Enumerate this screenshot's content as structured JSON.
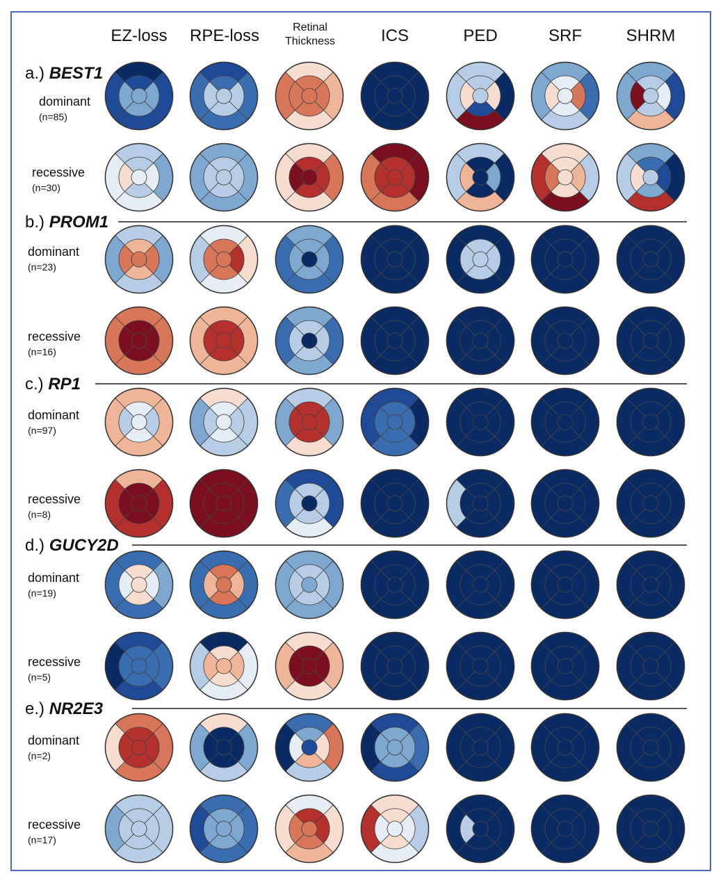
{
  "columns": [
    "EZ-loss",
    "RPE-loss",
    "Retinal Thickness",
    "ICS",
    "PED",
    "SRF",
    "SHRM"
  ],
  "color_scale": {
    "0": "#0a2a63",
    "1": "#1f4a98",
    "2": "#3a6db0",
    "3": "#7ea8d0",
    "4": "#b7cde5",
    "5": "#e6edf4",
    "6": "#f7ddd0",
    "7": "#eeb598",
    "8": "#d8765a",
    "9": "#b4302c",
    "10": "#7b0f1f"
  },
  "genes": [
    {
      "label": "a.)",
      "name": "BEST1",
      "rows": [
        {
          "type": "dominant",
          "n": "(n=85)",
          "maps": [
            [
              0,
              1,
              1,
              1,
              1,
              3,
              3,
              3,
              3,
              5
            ],
            [
              1,
              2,
              2,
              2,
              2,
              4,
              4,
              4,
              4,
              4
            ],
            [
              6,
              7,
              6,
              8,
              8,
              8,
              8,
              8,
              8,
              5
            ],
            [
              0,
              0,
              0,
              0,
              0,
              0,
              0,
              0,
              0,
              1
            ],
            [
              4,
              0,
              10,
              4,
              4,
              6,
              1,
              6,
              4,
              0
            ],
            [
              3,
              2,
              4,
              3,
              5,
              8,
              5,
              6,
              5,
              5
            ],
            [
              3,
              1,
              7,
              3,
              4,
              5,
              4,
              10,
              4,
              10
            ]
          ]
        },
        {
          "type": "recessive",
          "n": "(n=30)",
          "maps": [
            [
              4,
              3,
              5,
              5,
              4,
              5,
              4,
              6,
              5,
              6
            ],
            [
              3,
              3,
              3,
              3,
              4,
              4,
              4,
              4,
              4,
              5
            ],
            [
              6,
              8,
              6,
              6,
              9,
              9,
              9,
              10,
              10,
              10
            ],
            [
              10,
              10,
              8,
              8,
              9,
              9,
              9,
              9,
              9,
              9
            ],
            [
              4,
              0,
              7,
              4,
              0,
              3,
              0,
              7,
              0,
              4
            ],
            [
              6,
              4,
              10,
              9,
              6,
              7,
              6,
              8,
              6,
              8
            ],
            [
              3,
              0,
              9,
              4,
              2,
              1,
              3,
              6,
              4,
              4
            ]
          ]
        }
      ]
    },
    {
      "label": "b.)",
      "name": "PROM1",
      "rows": [
        {
          "type": "dominant",
          "n": "(n=23)",
          "maps": [
            [
              4,
              3,
              4,
              3,
              7,
              8,
              7,
              8,
              8,
              5
            ],
            [
              5,
              6,
              5,
              4,
              8,
              9,
              8,
              8,
              8,
              8
            ],
            [
              3,
              2,
              2,
              2,
              3,
              3,
              3,
              3,
              0,
              0
            ],
            [
              0,
              0,
              0,
              0,
              0,
              0,
              0,
              0,
              0,
              0
            ],
            [
              0,
              0,
              0,
              0,
              4,
              4,
              4,
              4,
              4,
              5
            ],
            [
              0,
              0,
              0,
              0,
              0,
              0,
              0,
              0,
              0,
              0
            ],
            [
              0,
              0,
              0,
              0,
              0,
              0,
              0,
              0,
              0,
              0
            ]
          ]
        },
        {
          "type": "recessive",
          "n": "(n=16)",
          "maps": [
            [
              8,
              8,
              8,
              8,
              10,
              10,
              10,
              10,
              10,
              8
            ],
            [
              7,
              7,
              7,
              7,
              9,
              9,
              9,
              9,
              9,
              8
            ],
            [
              3,
              2,
              3,
              2,
              4,
              4,
              4,
              4,
              0,
              2
            ],
            [
              0,
              0,
              0,
              0,
              0,
              0,
              0,
              0,
              0,
              0
            ],
            [
              0,
              0,
              0,
              0,
              0,
              0,
              0,
              0,
              0,
              0
            ],
            [
              0,
              0,
              0,
              0,
              0,
              0,
              0,
              0,
              0,
              0
            ],
            [
              0,
              0,
              0,
              0,
              0,
              0,
              0,
              0,
              0,
              0
            ]
          ]
        }
      ]
    },
    {
      "label": "c.)",
      "name": "RP1",
      "rows": [
        {
          "type": "dominant",
          "n": "(n=97)",
          "maps": [
            [
              7,
              7,
              7,
              7,
              5,
              4,
              5,
              4,
              5,
              2
            ],
            [
              6,
              4,
              4,
              3,
              5,
              4,
              5,
              4,
              5,
              5
            ],
            [
              4,
              3,
              6,
              3,
              9,
              9,
              9,
              9,
              9,
              5
            ],
            [
              1,
              0,
              2,
              1,
              2,
              2,
              2,
              2,
              2,
              2
            ],
            [
              0,
              0,
              0,
              0,
              0,
              0,
              0,
              0,
              0,
              0
            ],
            [
              0,
              0,
              0,
              0,
              0,
              0,
              0,
              0,
              0,
              0
            ],
            [
              0,
              0,
              0,
              0,
              0,
              0,
              0,
              0,
              0,
              0
            ]
          ]
        },
        {
          "type": "recessive",
          "n": "(n=8)",
          "maps": [
            [
              7,
              9,
              9,
              9,
              10,
              10,
              10,
              10,
              10,
              8
            ],
            [
              10,
              10,
              10,
              10,
              10,
              10,
              10,
              10,
              10,
              10
            ],
            [
              1,
              1,
              5,
              2,
              4,
              4,
              4,
              4,
              0,
              4
            ],
            [
              0,
              0,
              0,
              0,
              0,
              0,
              0,
              0,
              0,
              0
            ],
            [
              0,
              0,
              0,
              4,
              0,
              0,
              0,
              0,
              0,
              0
            ],
            [
              0,
              0,
              0,
              0,
              0,
              0,
              0,
              0,
              0,
              0
            ],
            [
              0,
              0,
              0,
              0,
              0,
              0,
              0,
              0,
              0,
              0
            ]
          ]
        }
      ]
    },
    {
      "label": "d.)",
      "name": "GUCY2D",
      "rows": [
        {
          "type": "dominant",
          "n": "(n=19)",
          "maps": [
            [
              2,
              3,
              2,
              2,
              6,
              5,
              6,
              5,
              6,
              5
            ],
            [
              2,
              2,
              2,
              2,
              8,
              7,
              8,
              7,
              8,
              8
            ],
            [
              3,
              3,
              3,
              3,
              4,
              4,
              4,
              4,
              3,
              3
            ],
            [
              0,
              0,
              0,
              0,
              0,
              0,
              0,
              0,
              0,
              0
            ],
            [
              0,
              0,
              0,
              0,
              0,
              0,
              0,
              0,
              0,
              0
            ],
            [
              0,
              0,
              0,
              0,
              0,
              0,
              0,
              0,
              0,
              3
            ],
            [
              0,
              0,
              0,
              0,
              0,
              0,
              0,
              0,
              0,
              0
            ]
          ]
        },
        {
          "type": "recessive",
          "n": "(n=5)",
          "maps": [
            [
              1,
              2,
              1,
              0,
              2,
              2,
              2,
              2,
              2,
              1
            ],
            [
              0,
              5,
              5,
              4,
              6,
              7,
              6,
              7,
              7,
              6
            ],
            [
              6,
              7,
              6,
              7,
              10,
              10,
              10,
              10,
              10,
              10
            ],
            [
              0,
              0,
              0,
              0,
              0,
              0,
              0,
              0,
              0,
              0
            ],
            [
              0,
              0,
              0,
              0,
              0,
              0,
              0,
              0,
              0,
              0
            ],
            [
              0,
              0,
              0,
              0,
              0,
              0,
              0,
              0,
              0,
              0
            ],
            [
              0,
              0,
              0,
              0,
              0,
              0,
              0,
              0,
              0,
              2
            ]
          ]
        }
      ]
    },
    {
      "label": "e.)",
      "name": "NR2E3",
      "rows": [
        {
          "type": "dominant",
          "n": "(n=2)",
          "maps": [
            [
              8,
              8,
              8,
              6,
              9,
              9,
              9,
              9,
              9,
              5
            ],
            [
              6,
              3,
              4,
              3,
              0,
              0,
              0,
              0,
              0,
              0
            ],
            [
              2,
              8,
              4,
              0,
              3,
              6,
              7,
              5,
              1,
              8
            ],
            [
              1,
              2,
              1,
              0,
              3,
              3,
              3,
              3,
              3,
              5
            ],
            [
              0,
              0,
              0,
              0,
              0,
              0,
              0,
              0,
              0,
              0
            ],
            [
              0,
              0,
              0,
              0,
              0,
              0,
              0,
              0,
              0,
              0
            ],
            [
              0,
              0,
              0,
              0,
              0,
              0,
              0,
              0,
              0,
              0
            ]
          ]
        },
        {
          "type": "recessive",
          "n": "(n=17)",
          "maps": [
            [
              4,
              4,
              4,
              3,
              4,
              4,
              4,
              4,
              4,
              3
            ],
            [
              2,
              2,
              2,
              1,
              3,
              3,
              3,
              3,
              3,
              3
            ],
            [
              5,
              6,
              7,
              6,
              9,
              9,
              8,
              8,
              8,
              9
            ],
            [
              6,
              4,
              5,
              9,
              6,
              5,
              6,
              5,
              5,
              5
            ],
            [
              0,
              0,
              0,
              0,
              0,
              0,
              0,
              4,
              0,
              0
            ],
            [
              0,
              0,
              0,
              0,
              0,
              0,
              0,
              0,
              0,
              0
            ],
            [
              0,
              0,
              0,
              0,
              0,
              0,
              0,
              0,
              0,
              0
            ]
          ]
        }
      ]
    }
  ]
}
